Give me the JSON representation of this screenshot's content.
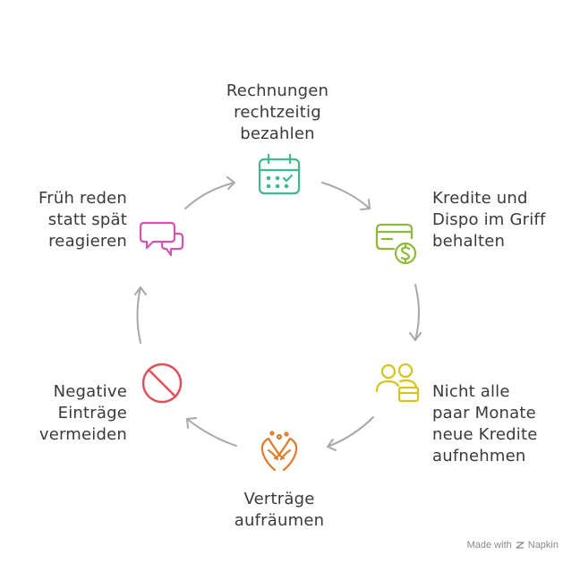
{
  "steps": [
    {
      "id": "bills",
      "lines": [
        "Rechnungen",
        "rechtzeitig",
        "bezahlen"
      ],
      "color": "#3fba8a",
      "icon": "calendar-icon"
    },
    {
      "id": "credit",
      "lines": [
        "Kredite und",
        "Dispo im Griff",
        "behalten"
      ],
      "color": "#8fb83a",
      "icon": "credit-card-dollar-icon"
    },
    {
      "id": "loans",
      "lines": [
        "Nicht alle",
        "paar Monate",
        "neue Kredite",
        "aufnehmen"
      ],
      "color": "#d4c51e",
      "icon": "people-card-icon"
    },
    {
      "id": "contracts",
      "lines": [
        "Verträge",
        "aufräumen"
      ],
      "color": "#e07b2a",
      "icon": "cleaning-hands-icon"
    },
    {
      "id": "negative",
      "lines": [
        "Negative",
        "Einträge",
        "vermeiden"
      ],
      "color": "#e0505a",
      "icon": "prohibited-icon"
    },
    {
      "id": "talk",
      "lines": [
        "Früh reden",
        "statt spät",
        "reagieren"
      ],
      "color": "#d453b0",
      "icon": "chat-bubbles-icon"
    }
  ],
  "colors": {
    "arrow": "#a8a8a8",
    "text": "#3a3a3a"
  },
  "branding": {
    "made_with": "Made with",
    "name": "Napkin"
  }
}
